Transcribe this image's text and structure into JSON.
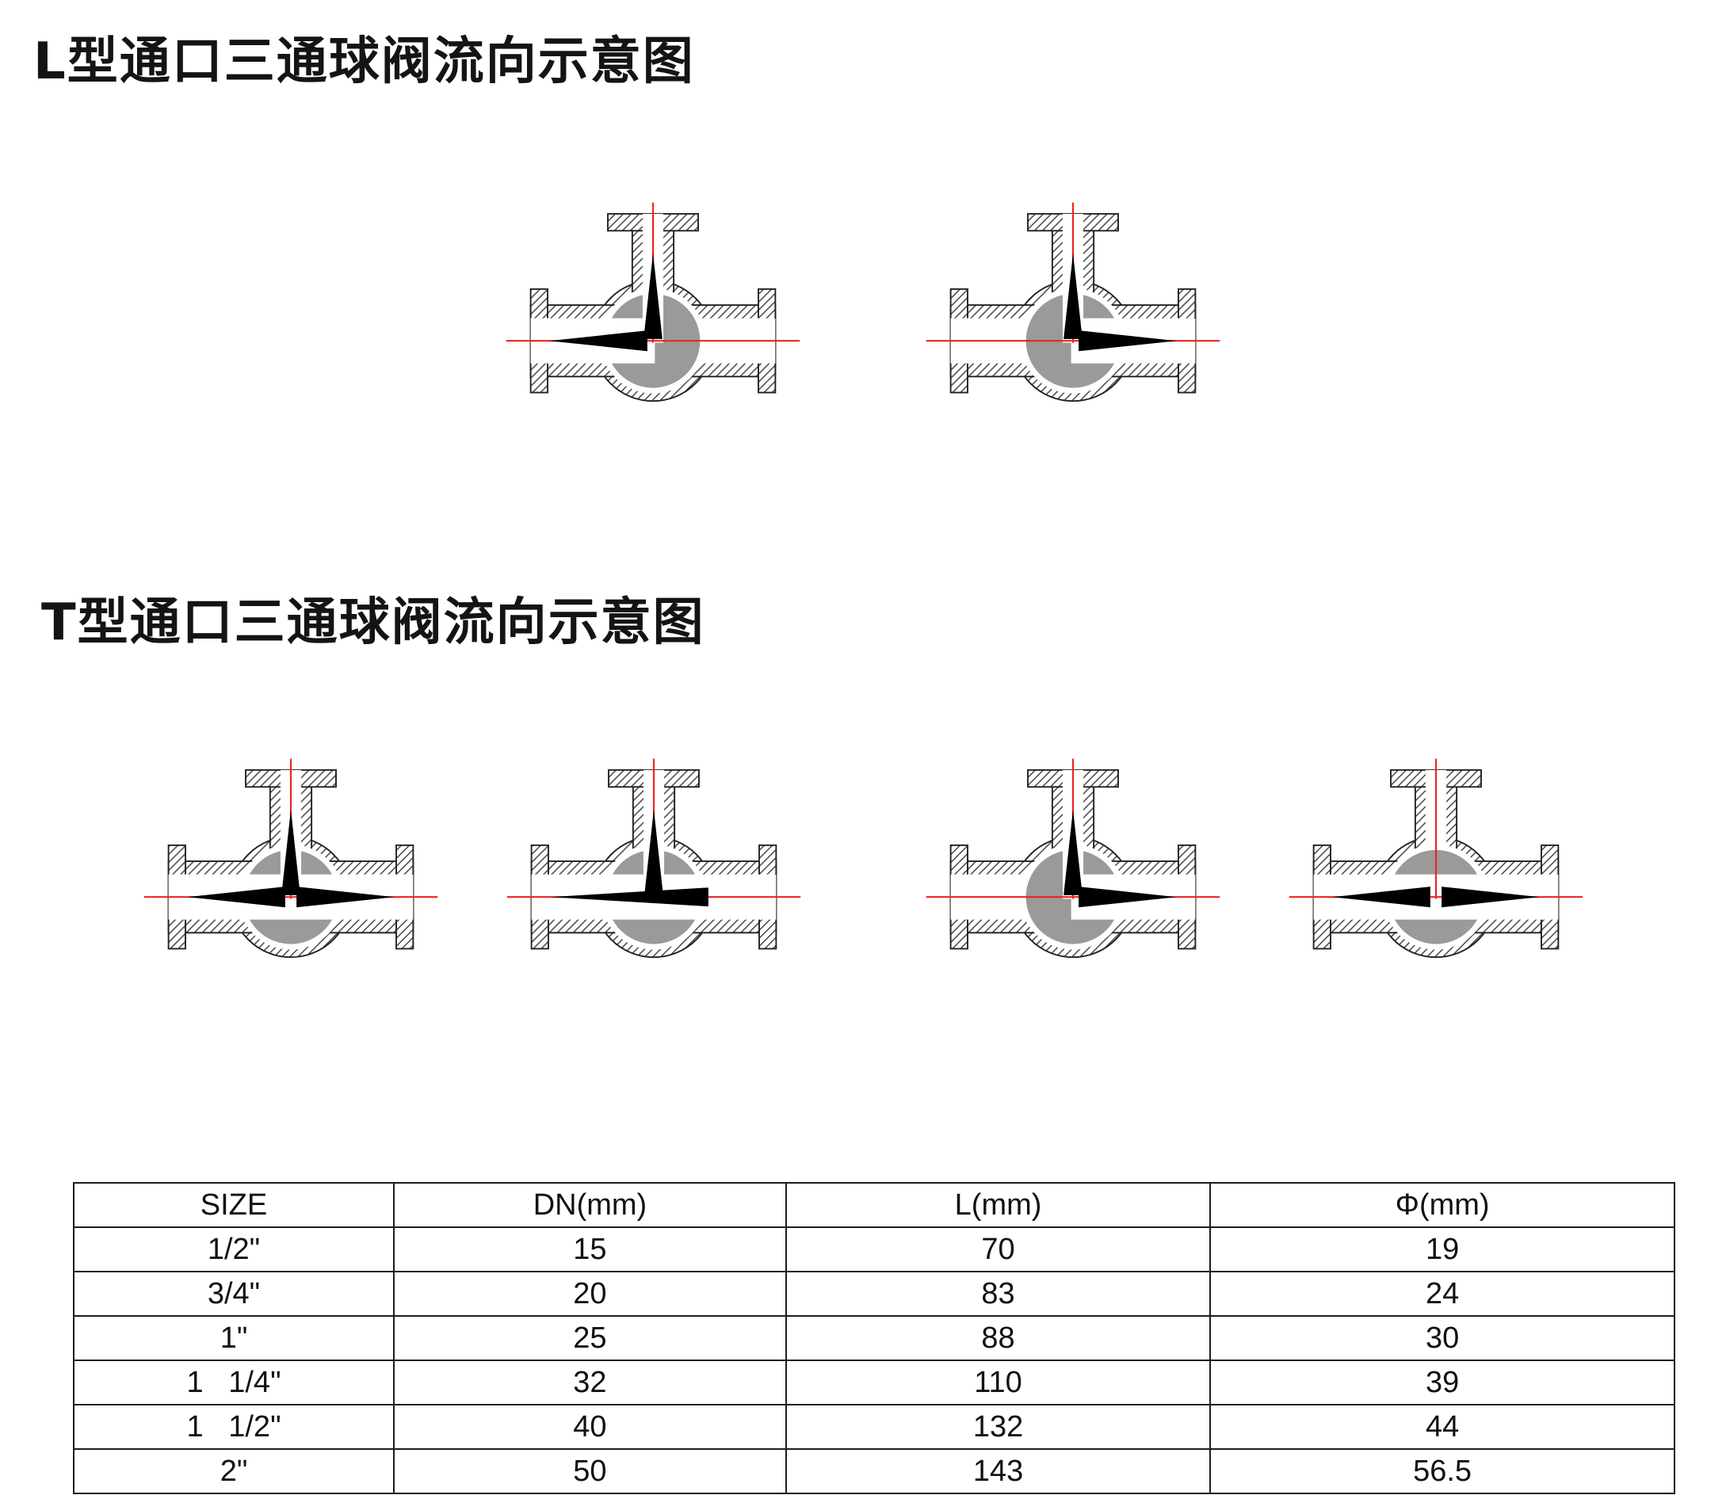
{
  "page": {
    "section_l_title": "L型通口三通球阀流向示意图",
    "section_t_title": "T型通口三通球阀流向示意图"
  },
  "diagram_colors": {
    "centerline": "#ee2222",
    "ball": "#9a9a9a",
    "arrow": "#000000",
    "body_line": "#222222"
  },
  "valves": {
    "l_type": [
      {
        "label": "L-type flow: left and up",
        "bores": [
          "left",
          "up"
        ],
        "arrows": [
          "left",
          "up"
        ]
      },
      {
        "label": "L-type flow: up and right",
        "bores": [
          "right",
          "up"
        ],
        "arrows": [
          "up",
          "right"
        ]
      }
    ],
    "t_type": [
      {
        "label": "T-type flow: left, right and up",
        "bores": [
          "left",
          "right",
          "up"
        ],
        "arrows": [
          "left",
          "right",
          "up"
        ]
      },
      {
        "label": "T-type flow: through to left and up",
        "bores": [
          "left",
          "right",
          "up"
        ],
        "arrows": [
          "left_long",
          "up"
        ]
      },
      {
        "label": "T-type flow: up and right",
        "bores": [
          "right",
          "up"
        ],
        "arrows": [
          "up",
          "right"
        ]
      },
      {
        "label": "T-type flow: straight through",
        "bores": [
          "left",
          "right"
        ],
        "arrows": [
          "left",
          "right"
        ]
      }
    ]
  },
  "table": {
    "headers": [
      "SIZE",
      "DN(mm)",
      "L(mm)",
      "Φ(mm)"
    ],
    "rows": [
      [
        "1/2\"",
        "15",
        "70",
        "19"
      ],
      [
        "3/4\"",
        "20",
        "83",
        "24"
      ],
      [
        "1\"",
        "25",
        "88",
        "30"
      ],
      [
        "1   1/4\"",
        "32",
        "110",
        "39"
      ],
      [
        "1   1/2\"",
        "40",
        "132",
        "44"
      ],
      [
        "2\"",
        "50",
        "143",
        "56.5"
      ]
    ]
  }
}
